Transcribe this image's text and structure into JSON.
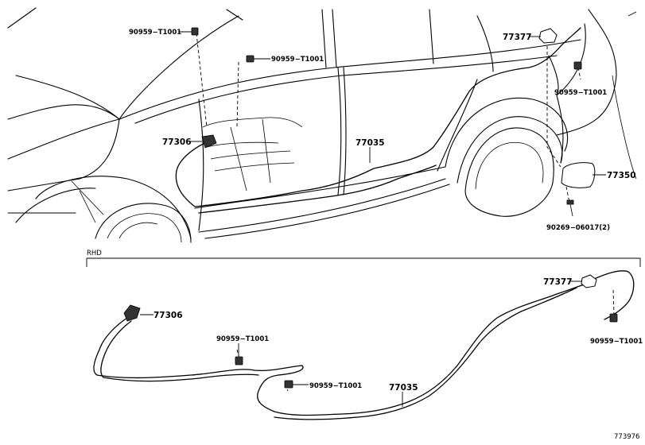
{
  "diagram": {
    "upper": {
      "labels": {
        "clip_top_left": "90959−T1001",
        "clip_top_mid": "90959−T1001",
        "sensor_77306": "77306",
        "harness_77035": "77035",
        "part_77377": "77377",
        "clip_right": "90959−T1001",
        "part_77350": "77350",
        "screw_90269": "90269−06017(2)"
      }
    },
    "lower": {
      "section_label": "RHD",
      "labels": {
        "sensor_77306": "77306",
        "clip_left": "90959−T1001",
        "clip_mid": "90959−T1001",
        "harness_77035": "77035",
        "part_77377": "77377",
        "clip_right": "90959−T1001"
      }
    },
    "figure_id": "773976"
  }
}
